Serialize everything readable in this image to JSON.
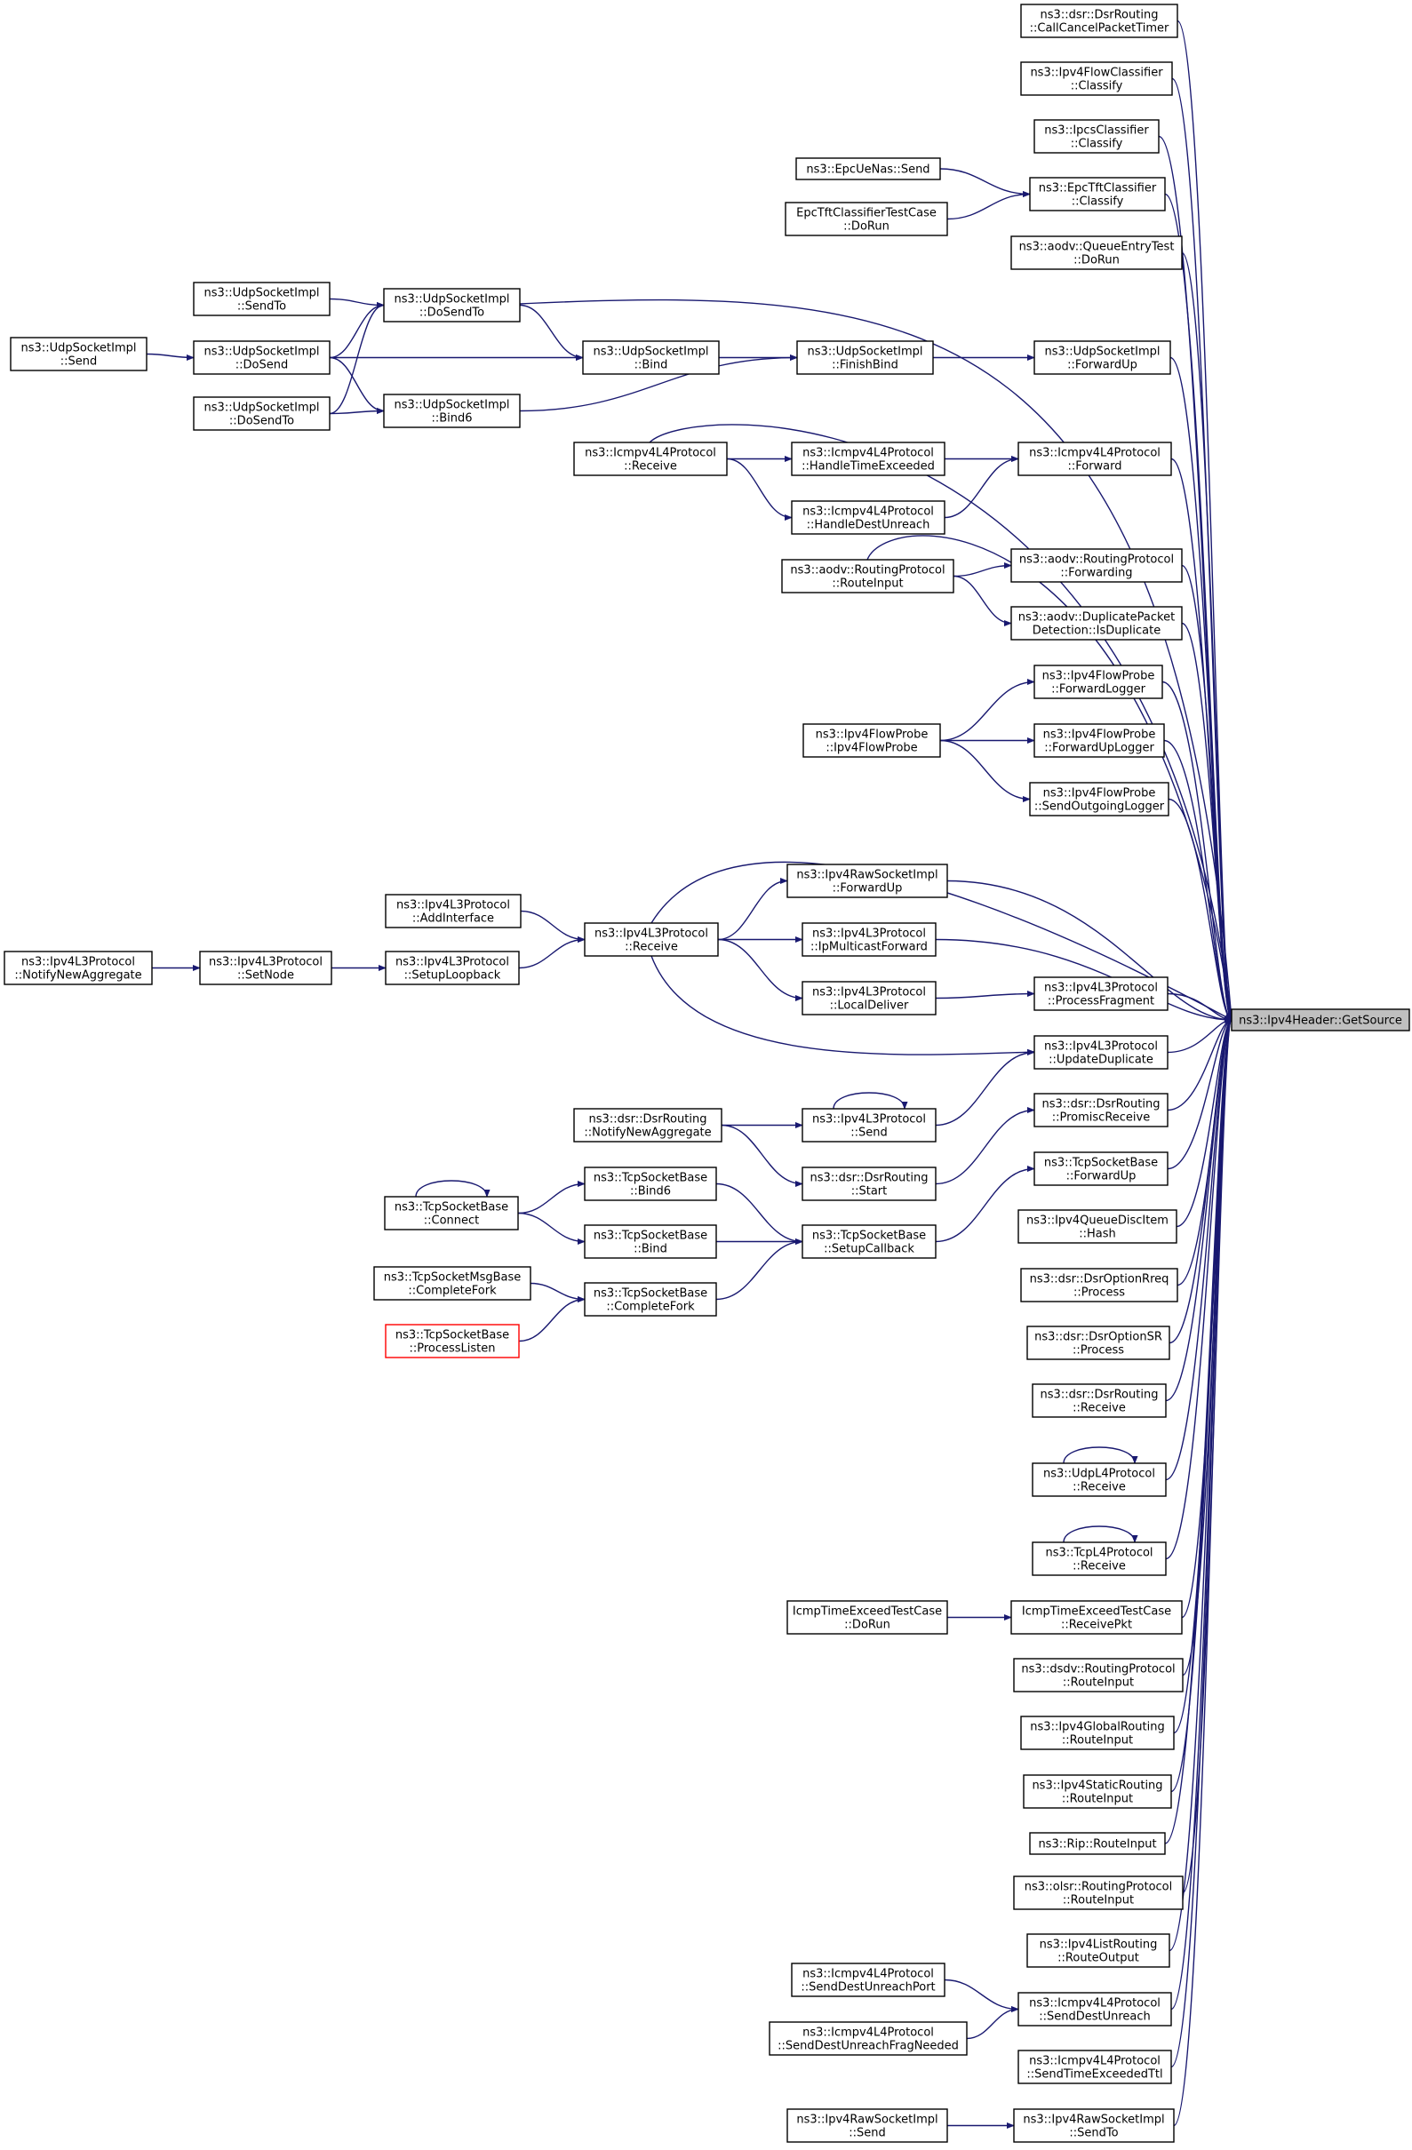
{
  "diagram": {
    "focus_node": "ns3::Ipv4Header::GetSource",
    "nodes": {
      "n_cancel": [
        "ns3::dsr::DsrRouting",
        "::CallCancelPacketTimer"
      ],
      "n_flowcls": [
        "ns3::Ipv4FlowClassifier",
        "::Classify"
      ],
      "n_ipcs": [
        "ns3::IpcsClassifier",
        "::Classify"
      ],
      "n_epcnas": [
        "ns3::EpcUeNas::Send"
      ],
      "n_epctft": [
        "ns3::EpcTftClassifier",
        "::Classify"
      ],
      "n_epctftt": [
        "EpcTftClassifierTestCase",
        "::DoRun"
      ],
      "n_aodvqe": [
        "ns3::aodv::QueueEntryTest",
        "::DoRun"
      ],
      "n_udp_sendto": [
        "ns3::UdpSocketImpl",
        "::SendTo"
      ],
      "n_udp_dosendto_m": [
        "ns3::UdpSocketImpl",
        "::DoSendTo"
      ],
      "n_udp_send": [
        "ns3::UdpSocketImpl",
        "::Send"
      ],
      "n_udp_dosend": [
        "ns3::UdpSocketImpl",
        "::DoSend"
      ],
      "n_udp_bind": [
        "ns3::UdpSocketImpl",
        "::Bind"
      ],
      "n_udp_finishbind": [
        "ns3::UdpSocketImpl",
        "::FinishBind"
      ],
      "n_udp_fwdup": [
        "ns3::UdpSocketImpl",
        "::ForwardUp"
      ],
      "n_udp_dosendto_l": [
        "ns3::UdpSocketImpl",
        "::DoSendTo"
      ],
      "n_udp_bind6": [
        "ns3::UdpSocketImpl",
        "::Bind6"
      ],
      "n_icmp_recv": [
        "ns3::Icmpv4L4Protocol",
        "::Receive"
      ],
      "n_icmp_hte": [
        "ns3::Icmpv4L4Protocol",
        "::HandleTimeExceeded"
      ],
      "n_icmp_fwd": [
        "ns3::Icmpv4L4Protocol",
        "::Forward"
      ],
      "n_icmp_hdu": [
        "ns3::Icmpv4L4Protocol",
        "::HandleDestUnreach"
      ],
      "n_aodv_ri": [
        "ns3::aodv::RoutingProtocol",
        "::RouteInput"
      ],
      "n_aodv_fwd": [
        "ns3::aodv::RoutingProtocol",
        "::Forwarding"
      ],
      "n_aodv_dup": [
        "ns3::aodv::DuplicatePacket",
        "Detection::IsDuplicate"
      ],
      "n_fp_fl": [
        "ns3::Ipv4FlowProbe",
        "::ForwardLogger"
      ],
      "n_fp_ctor": [
        "ns3::Ipv4FlowProbe",
        "::Ipv4FlowProbe"
      ],
      "n_fp_ful": [
        "ns3::Ipv4FlowProbe",
        "::ForwardUpLogger"
      ],
      "n_fp_sol": [
        "ns3::Ipv4FlowProbe",
        "::SendOutgoingLogger"
      ],
      "n_raw_fwdup": [
        "ns3::Ipv4RawSocketImpl",
        "::ForwardUp"
      ],
      "n_l3_addif": [
        "ns3::Ipv4L3Protocol",
        "::AddInterface"
      ],
      "n_l3_recv": [
        "ns3::Ipv4L3Protocol",
        "::Receive"
      ],
      "n_l3_ipmf": [
        "ns3::Ipv4L3Protocol",
        "::IpMulticastForward"
      ],
      "n_l3_nna": [
        "ns3::Ipv4L3Protocol",
        "::NotifyNewAggregate"
      ],
      "n_l3_setnode": [
        "ns3::Ipv4L3Protocol",
        "::SetNode"
      ],
      "n_l3_setloop": [
        "ns3::Ipv4L3Protocol",
        "::SetupLoopback"
      ],
      "n_l3_ld": [
        "ns3::Ipv4L3Protocol",
        "::LocalDeliver"
      ],
      "n_l3_pf": [
        "ns3::Ipv4L3Protocol",
        "::ProcessFragment"
      ],
      "n_focus": [
        "ns3::Ipv4Header::GetSource"
      ],
      "n_l3_ud": [
        "ns3::Ipv4L3Protocol",
        "::UpdateDuplicate"
      ],
      "n_dsr_nna": [
        "ns3::dsr::DsrRouting",
        "::NotifyNewAggregate"
      ],
      "n_l3_send": [
        "ns3::Ipv4L3Protocol",
        "::Send"
      ],
      "n_dsr_pr": [
        "ns3::dsr::DsrRouting",
        "::PromiscReceive"
      ],
      "n_dsr_start": [
        "ns3::dsr::DsrRouting",
        "::Start"
      ],
      "n_tcp_bind6": [
        "ns3::TcpSocketBase",
        "::Bind6"
      ],
      "n_tcp_fwdup": [
        "ns3::TcpSocketBase",
        "::ForwardUp"
      ],
      "n_tcp_connect": [
        "ns3::TcpSocketBase",
        "::Connect"
      ],
      "n_tcp_bind": [
        "ns3::TcpSocketBase",
        "::Bind"
      ],
      "n_tcp_setupcb": [
        "ns3::TcpSocketBase",
        "::SetupCallback"
      ],
      "n_qdisc_hash": [
        "ns3::Ipv4QueueDiscItem",
        "::Hash"
      ],
      "n_tcpmsg_cf": [
        "ns3::TcpSocketMsgBase",
        "::CompleteFork"
      ],
      "n_tcp_cf": [
        "ns3::TcpSocketBase",
        "::CompleteFork"
      ],
      "n_dsr_rreq": [
        "ns3::dsr::DsrOptionRreq",
        "::Process"
      ],
      "n_tcp_pl": [
        "ns3::TcpSocketBase",
        "::ProcessListen"
      ],
      "n_dsr_sr": [
        "ns3::dsr::DsrOptionSR",
        "::Process"
      ],
      "n_dsr_recv": [
        "ns3::dsr::DsrRouting",
        "::Receive"
      ],
      "n_udpl4_recv": [
        "ns3::UdpL4Protocol",
        "::Receive"
      ],
      "n_tcpl4_recv": [
        "ns3::TcpL4Protocol",
        "::Receive"
      ],
      "n_icmpte_dorun": [
        "IcmpTimeExceedTestCase",
        "::DoRun"
      ],
      "n_icmpte_rp": [
        "IcmpTimeExceedTestCase",
        "::ReceivePkt"
      ],
      "n_dsdv_ri": [
        "ns3::dsdv::RoutingProtocol",
        "::RouteInput"
      ],
      "n_glob_ri": [
        "ns3::Ipv4GlobalRouting",
        "::RouteInput"
      ],
      "n_static_ri": [
        "ns3::Ipv4StaticRouting",
        "::RouteInput"
      ],
      "n_rip_ri": [
        "ns3::Rip::RouteInput"
      ],
      "n_olsr_ri": [
        "ns3::olsr::RoutingProtocol",
        "::RouteInput"
      ],
      "n_list_ro": [
        "ns3::Ipv4ListRouting",
        "::RouteOutput"
      ],
      "n_icmp_sdup": [
        "ns3::Icmpv4L4Protocol",
        "::SendDestUnreachPort"
      ],
      "n_icmp_sdu": [
        "ns3::Icmpv4L4Protocol",
        "::SendDestUnreach"
      ],
      "n_icmp_sdufn": [
        "ns3::Icmpv4L4Protocol",
        "::SendDestUnreachFragNeeded"
      ],
      "n_icmp_stet": [
        "ns3::Icmpv4L4Protocol",
        "::SendTimeExceededTtl"
      ],
      "n_raw_send": [
        "ns3::Ipv4RawSocketImpl",
        "::Send"
      ],
      "n_raw_sendto": [
        "ns3::Ipv4RawSocketImpl",
        "::SendTo"
      ]
    }
  }
}
